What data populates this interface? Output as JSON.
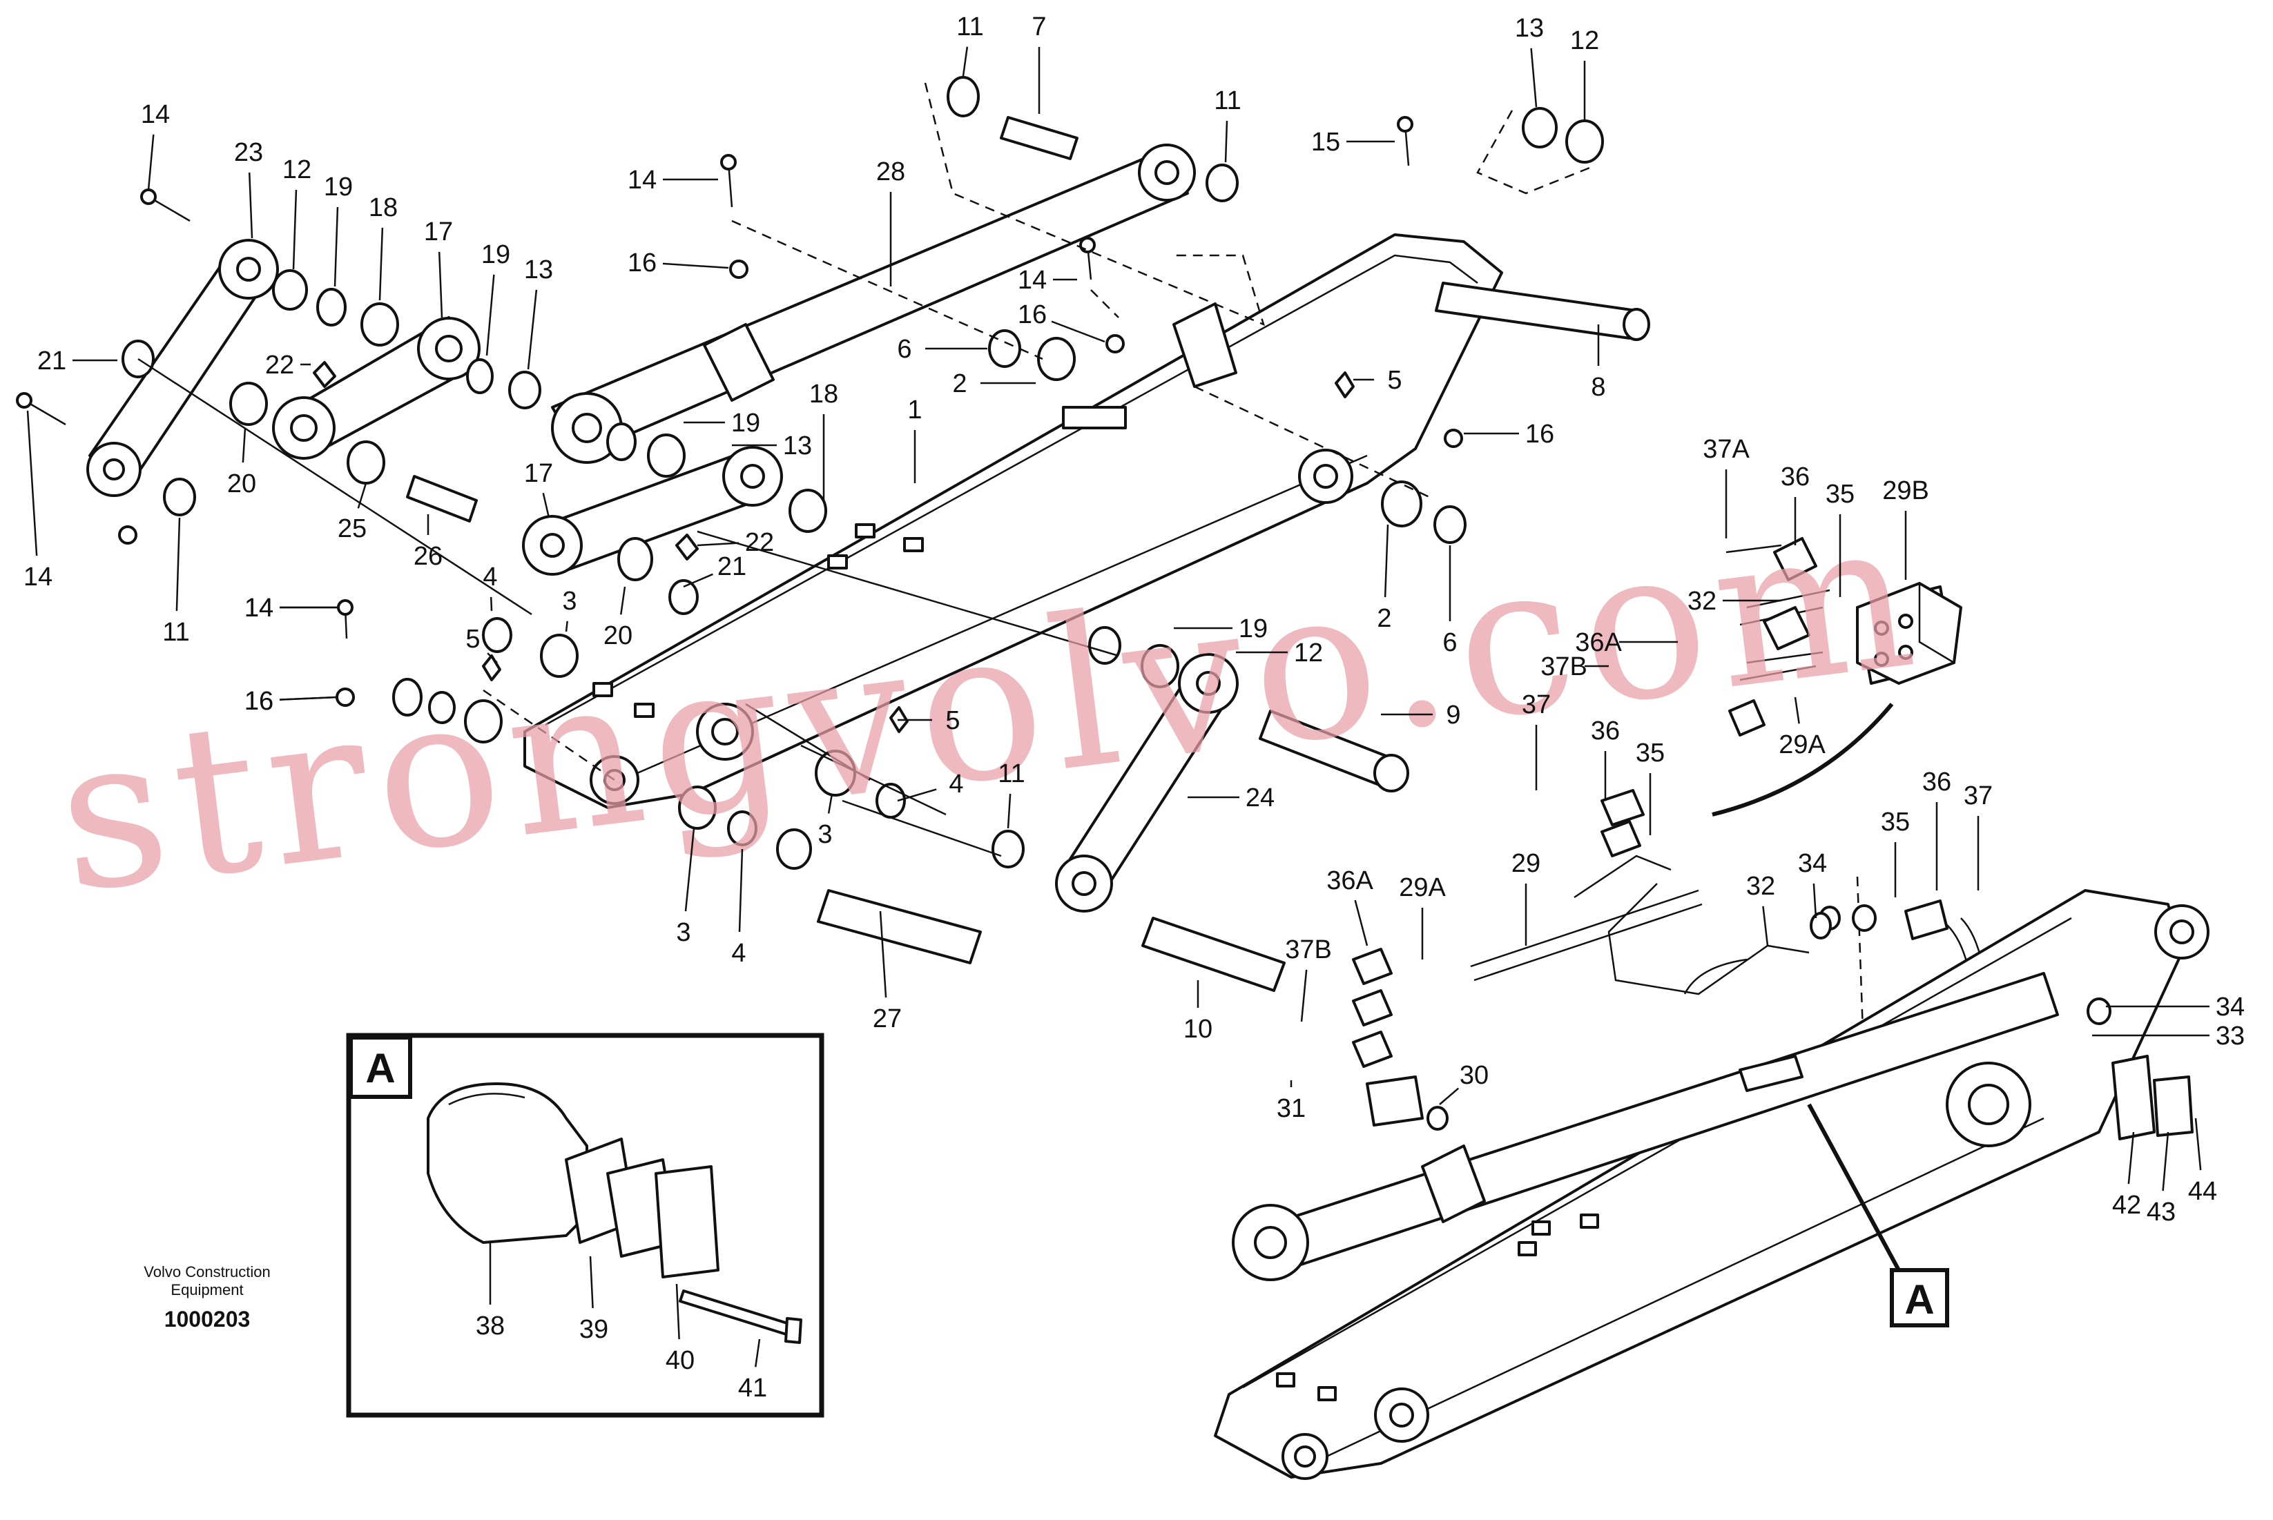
{
  "callouts": [
    {
      "id": "c11a",
      "text": "11"
    },
    {
      "id": "c7",
      "text": "7"
    },
    {
      "id": "c13a",
      "text": "13"
    },
    {
      "id": "c12a",
      "text": "12"
    },
    {
      "id": "c14a",
      "text": "14"
    },
    {
      "id": "c23",
      "text": "23"
    },
    {
      "id": "c12b",
      "text": "12"
    },
    {
      "id": "c19a",
      "text": "19"
    },
    {
      "id": "c18a",
      "text": "18"
    },
    {
      "id": "c17a",
      "text": "17"
    },
    {
      "id": "c19b",
      "text": "19"
    },
    {
      "id": "c13b",
      "text": "13"
    },
    {
      "id": "c28",
      "text": "28"
    },
    {
      "id": "c14b",
      "text": "14"
    },
    {
      "id": "c16a",
      "text": "16"
    },
    {
      "id": "c11b",
      "text": "11"
    },
    {
      "id": "c15",
      "text": "15"
    },
    {
      "id": "c14c",
      "text": "14"
    },
    {
      "id": "c16b",
      "text": "16"
    },
    {
      "id": "c6a",
      "text": "6"
    },
    {
      "id": "c2a",
      "text": "2"
    },
    {
      "id": "c8",
      "text": "8"
    },
    {
      "id": "c21a",
      "text": "21"
    },
    {
      "id": "c22a",
      "text": "22"
    },
    {
      "id": "c5a",
      "text": "5"
    },
    {
      "id": "c16c",
      "text": "16"
    },
    {
      "id": "c14d",
      "text": "14"
    },
    {
      "id": "c20a",
      "text": "20"
    },
    {
      "id": "c19c",
      "text": "19"
    },
    {
      "id": "c13c",
      "text": "13"
    },
    {
      "id": "c18b",
      "text": "18"
    },
    {
      "id": "c1",
      "text": "1"
    },
    {
      "id": "c25",
      "text": "25"
    },
    {
      "id": "c26",
      "text": "26"
    },
    {
      "id": "c17b",
      "text": "17"
    },
    {
      "id": "c22b",
      "text": "22"
    },
    {
      "id": "c21b",
      "text": "21"
    },
    {
      "id": "c14e",
      "text": "14"
    },
    {
      "id": "c16d",
      "text": "16"
    },
    {
      "id": "c11c",
      "text": "11"
    },
    {
      "id": "c4a",
      "text": "4"
    },
    {
      "id": "c3a",
      "text": "3"
    },
    {
      "id": "c20b",
      "text": "20"
    },
    {
      "id": "c2b",
      "text": "2"
    },
    {
      "id": "c6b",
      "text": "6"
    },
    {
      "id": "c19d",
      "text": "19"
    },
    {
      "id": "c12c",
      "text": "12"
    },
    {
      "id": "c14f",
      "text": "14"
    },
    {
      "id": "c16e",
      "text": "16"
    },
    {
      "id": "c5b",
      "text": "5"
    },
    {
      "id": "c5c",
      "text": "5"
    },
    {
      "id": "c9",
      "text": "9"
    },
    {
      "id": "c4b",
      "text": "4"
    },
    {
      "id": "c3b",
      "text": "3"
    },
    {
      "id": "c11d",
      "text": "11"
    },
    {
      "id": "c24",
      "text": "24"
    },
    {
      "id": "c3c",
      "text": "3"
    },
    {
      "id": "c4c",
      "text": "4"
    },
    {
      "id": "c27",
      "text": "27"
    },
    {
      "id": "c10",
      "text": "10"
    },
    {
      "id": "c37Aa",
      "text": "37A"
    },
    {
      "id": "c36a",
      "text": "36"
    },
    {
      "id": "c35a",
      "text": "35"
    },
    {
      "id": "c29B",
      "text": "29B"
    },
    {
      "id": "c32a",
      "text": "32"
    },
    {
      "id": "c36Aa",
      "text": "36A"
    },
    {
      "id": "c37Ba",
      "text": "37B"
    },
    {
      "id": "c29Aa",
      "text": "29A"
    },
    {
      "id": "c37a",
      "text": "37"
    },
    {
      "id": "c36b",
      "text": "36"
    },
    {
      "id": "c35b",
      "text": "35"
    },
    {
      "id": "c36c",
      "text": "36"
    },
    {
      "id": "c37b",
      "text": "37"
    },
    {
      "id": "c35c",
      "text": "35"
    },
    {
      "id": "c34a",
      "text": "34"
    },
    {
      "id": "c32b",
      "text": "32"
    },
    {
      "id": "c29",
      "text": "29"
    },
    {
      "id": "c36Ab",
      "text": "36A"
    },
    {
      "id": "c29Ab",
      "text": "29A"
    },
    {
      "id": "c37Bb",
      "text": "37B"
    },
    {
      "id": "c30",
      "text": "30"
    },
    {
      "id": "c31",
      "text": "31"
    },
    {
      "id": "c34b",
      "text": "34"
    },
    {
      "id": "c33",
      "text": "33"
    },
    {
      "id": "c42",
      "text": "42"
    },
    {
      "id": "c43",
      "text": "43"
    },
    {
      "id": "c44",
      "text": "44"
    },
    {
      "id": "c38",
      "text": "38"
    },
    {
      "id": "c39",
      "text": "39"
    },
    {
      "id": "c40",
      "text": "40"
    },
    {
      "id": "c41",
      "text": "41"
    }
  ],
  "detail_view": {
    "letter": "A"
  },
  "detail_marker": {
    "letter": "A"
  },
  "credit": {
    "line1": "Volvo Construction",
    "line2": "Equipment"
  },
  "drawing_number": "1000203",
  "watermark": "strongvolvo.com",
  "colors": {
    "line": "#111111",
    "watermark": "#e8a0a6",
    "background": "#ffffff"
  }
}
